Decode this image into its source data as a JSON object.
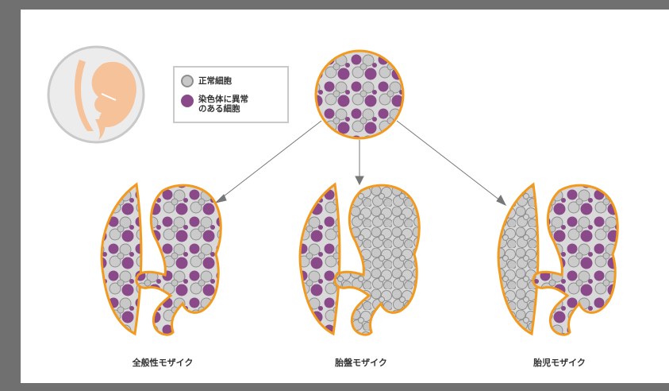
{
  "legend": {
    "normal": "正常細胞",
    "abnormal": "染色体に異常\nのある細胞"
  },
  "labels": {
    "general": "全般性モザイク",
    "placental": "胎盤モザイク",
    "fetal": "胎児モザイク"
  },
  "colors": {
    "frame": "#707070",
    "normal_cell": "#c8c8c8",
    "abnormal_cell": "#8a4a8a",
    "outline": "#f29a1f",
    "skin": "#f6c29a",
    "arrow": "#777777"
  },
  "icons": [
    "embryo-icon",
    "sample-cell-circle",
    "mosaic-embryo-diagram"
  ]
}
